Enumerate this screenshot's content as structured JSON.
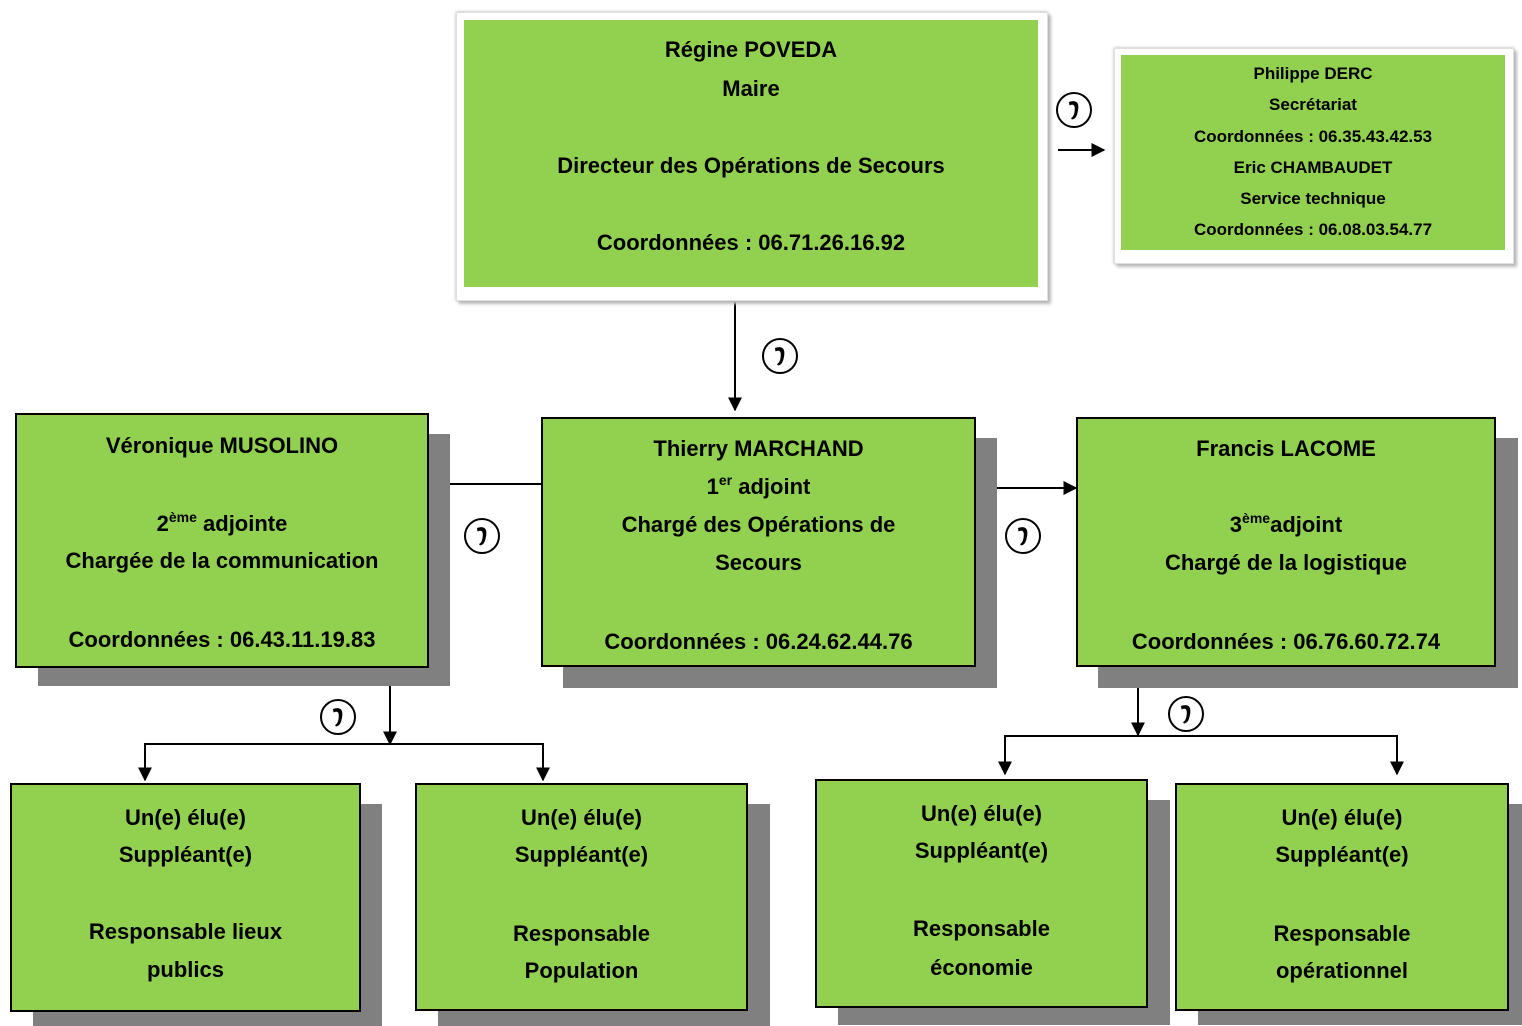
{
  "mayor": {
    "name": "Régine POVEDA",
    "role": "Maire",
    "function": "Directeur des Opérations de Secours",
    "contact": "Coordonnées : 06.71.26.16.92"
  },
  "support": {
    "line1": "Philippe DERC",
    "line2": "Secrétariat",
    "line3": "Coordonnées : 06.35.43.42.53",
    "line4": "Eric CHAMBAUDET",
    "line5": "Service technique",
    "line6": "Coordonnées : 06.08.03.54.77"
  },
  "adjoint1": {
    "name": "Thierry MARCHAND",
    "rank_num": "1",
    "rank_sup": "er",
    "rank_word": " adjoint",
    "function_line1": "Chargé des Opérations de",
    "function_line2": "Secours",
    "contact": "Coordonnées : 06.24.62.44.76"
  },
  "adjoint2": {
    "name": "Véronique MUSOLINO",
    "rank_num": "2",
    "rank_sup": "ème",
    "rank_word": " adjointe",
    "function": "Chargée de la communication",
    "contact": "Coordonnées : 06.43.11.19.83"
  },
  "adjoint3": {
    "name": "Francis LACOME",
    "rank_num": "3",
    "rank_sup": "ème",
    "rank_word": "adjoint",
    "function": "Chargé de la logistique",
    "contact": "Coordonnées : 06.76.60.72.74"
  },
  "deputies": [
    {
      "line1": "Un(e) élu(e)",
      "line2": "Suppléant(e)",
      "line3": "Responsable lieux",
      "line4": "publics"
    },
    {
      "line1": "Un(e) élu(e)",
      "line2": "Suppléant(e)",
      "line3": "Responsable",
      "line4": "Population"
    },
    {
      "line1": "Un(e) élu(e)",
      "line2": "Suppléant(e)",
      "line3": "Responsable",
      "line4": "économie"
    },
    {
      "line1": "Un(e) élu(e)",
      "line2": "Suppléant(e)",
      "line3": "Responsable",
      "line4": "opérationnel"
    }
  ],
  "icons": {
    "phone": "phone-icon"
  },
  "colors": {
    "box_fill": "#92d050",
    "shadow": "#808080",
    "line": "#000000"
  }
}
